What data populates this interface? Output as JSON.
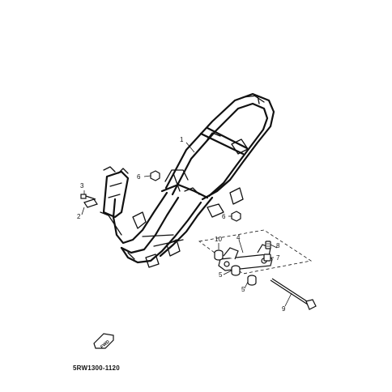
{
  "diagram": {
    "part_code": "5RW1300-1120",
    "fwd_label": "FWD",
    "callouts": [
      "1",
      "2",
      "3",
      "4",
      "5",
      "5",
      "6",
      "6",
      "7",
      "8",
      "9",
      "10"
    ]
  }
}
